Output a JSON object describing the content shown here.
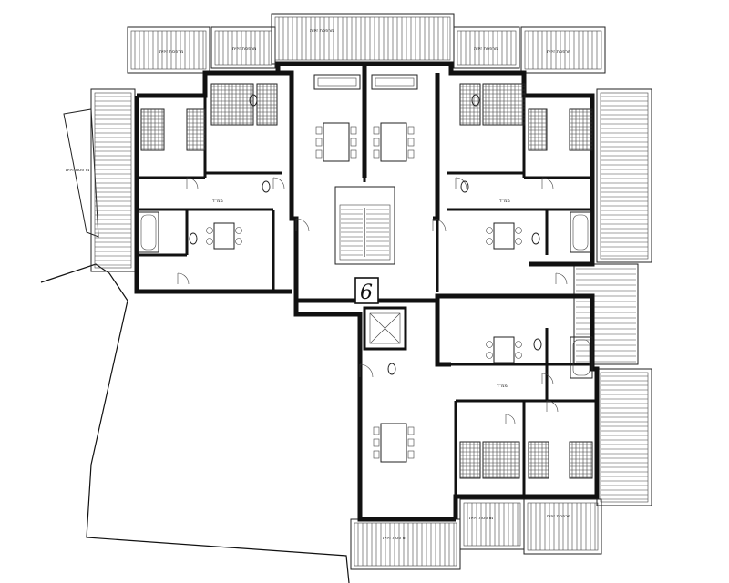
{
  "building": {
    "number": "6"
  },
  "terrace_labels": {
    "left_top": "מרפסת זיזית",
    "left_top_2": "מרפסת זיזית",
    "center_top": "מרפסת זיזית",
    "right_top": "מרפסת זיזית",
    "far_right_top": "מרפסת זיזית",
    "left_wing": "מרפסת זיזית",
    "bottom_center": "מרפסת זיזית",
    "bottom_right": "מרפסת זיזית",
    "bottom_right_2": "מרפסת זיזית"
  },
  "room_labels": {
    "service_left": "ממ\"ד",
    "service_right": "ממ\"ד",
    "service_lower": "ממ\"ד"
  },
  "colors": {
    "wall": "#111111",
    "line": "#222222",
    "background": "#ffffff"
  }
}
